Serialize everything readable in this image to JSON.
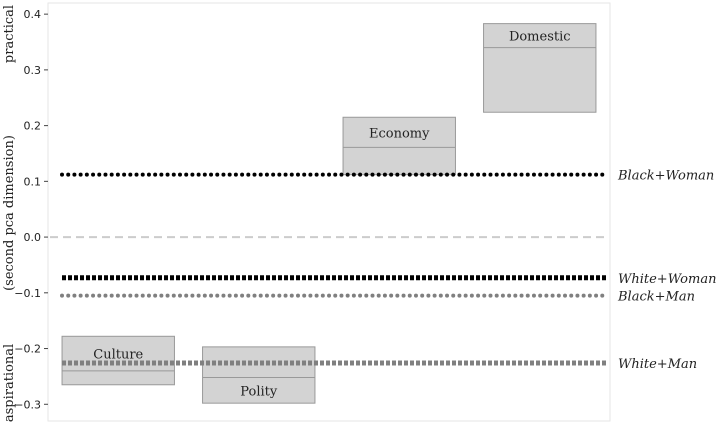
{
  "chart_data": {
    "type": "box",
    "title": "",
    "xlabel": "",
    "ylabel": "(second pca dimension)",
    "ylabel_top": "practical",
    "ylabel_bottom": "aspirational",
    "ylim": [
      -0.33,
      0.42
    ],
    "yticks": [
      -0.3,
      -0.2,
      -0.1,
      0.0,
      0.1,
      0.2,
      0.3,
      0.4
    ],
    "ytick_labels": [
      "−0.3",
      "−0.2",
      "−0.1",
      "0.0",
      "0.1",
      "0.2",
      "0.3",
      "0.4"
    ],
    "grid": false,
    "x_range": [
      0,
      10
    ],
    "boxes": [
      {
        "label": "Culture",
        "x_start": 0.25,
        "x_end": 2.25,
        "q1": -0.265,
        "median": -0.24,
        "q3": -0.178,
        "label_position": "top"
      },
      {
        "label": "Polity",
        "x_start": 2.75,
        "x_end": 4.75,
        "q1": -0.298,
        "median": -0.252,
        "q3": -0.197,
        "label_position": "bottom"
      },
      {
        "label": "Economy",
        "x_start": 5.25,
        "x_end": 7.25,
        "q1": 0.112,
        "median": 0.161,
        "q3": 0.215,
        "label_position": "top"
      },
      {
        "label": "Domestic",
        "x_start": 7.75,
        "x_end": 9.75,
        "q1": 0.224,
        "median": 0.34,
        "q3": 0.383,
        "label_position": "top"
      }
    ],
    "reference_lines": [
      {
        "label": "Black+Woman",
        "y": 0.112,
        "style": "dotted",
        "color": "#000000"
      },
      {
        "label": "White+Woman",
        "y": -0.073,
        "style": "square-dotted",
        "color": "#000000"
      },
      {
        "label": "Black+Man",
        "y": -0.105,
        "style": "dotted",
        "color": "#808080"
      },
      {
        "label": "White+Man",
        "y": -0.226,
        "style": "square-dotted",
        "color": "#808080"
      }
    ],
    "zero_line": {
      "y": 0.0,
      "style": "dashed",
      "color": "#cccccc"
    },
    "colors": {
      "box_fill": "#d3d3d3",
      "box_edge": "#999999",
      "median": "#999999",
      "axes": "#e6e6e6"
    }
  }
}
